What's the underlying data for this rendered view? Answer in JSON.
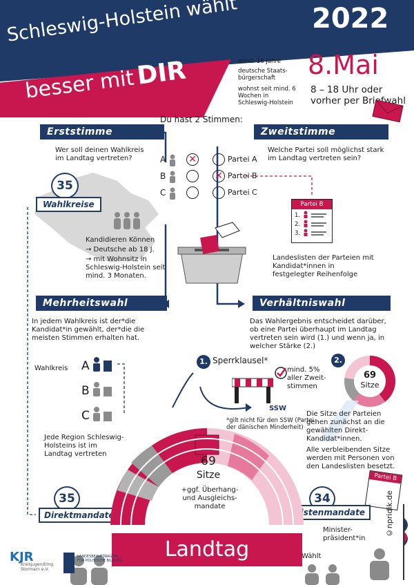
{
  "header": {
    "title": "Schleswig-Holstein wählt",
    "year": "2022",
    "slogan_pre": "besser mit",
    "slogan_dir": "DIR",
    "req1": "mind. 16 Jahre",
    "req2": "deutsche Staats-bürgerschaft",
    "req3": "wohnst seit mind. 6 Wochen in Schleswig-Holstein",
    "date": "8.Mai",
    "time": "8 – 18 Uhr oder vorher per Briefwahl"
  },
  "intro": "Du hast 2 Stimmen:",
  "erst": {
    "title": "Erststimme",
    "question": "Wer soll deinen Wahlkreis im Landtag vertreten?",
    "count": "35",
    "badge": "Wahlkreise",
    "cand_head": "Kandidieren Können",
    "cand1": "→ Deutsche ab 18 J.",
    "cand2": "→ mit Wohnsitz in Schleswig-Holstein seit mind. 3 Monaten."
  },
  "zweit": {
    "title": "Zweitstimme",
    "question": "Welche Partei soll möglichst stark im Landtag vertreten sein?",
    "list_title": "Partei B",
    "list_items": [
      "1.",
      "2.",
      "3."
    ],
    "list_desc": "Landeslisten der Parteien mit Kandidat*innen in festgelegter Reihenfolge"
  },
  "ballot": {
    "letters": [
      "A",
      "B",
      "C"
    ],
    "parties": [
      "Partei A",
      "Partei B",
      "Partei C"
    ]
  },
  "mehrheit": {
    "title": "Mehrheitswahl",
    "desc": "In jedem Wahlkreis ist der*die Kandidat*in gewählt, der*die die meisten Stimmen erhalten hat.",
    "wahlkreis": "Wahlkreis",
    "letters": [
      "A",
      "B",
      "C"
    ],
    "region": "Jede Region Schleswig-Holsteins ist im Landtag vertreten",
    "count": "35",
    "badge": "Direktmandate"
  },
  "verh": {
    "title": "Verhältniswahl",
    "desc": "Das Wahlergebnis entscheidet darüber, ob eine Partei überhaupt im Landtag vertreten sein wird (1.) und wenn ja, in welcher Stärke (2.)",
    "step1": "1.",
    "sperr": "Sperrklausel",
    "sperr_star": "*",
    "five": "mind. 5% aller Zweit-stimmen",
    "ssw": "SSW",
    "ssw_note": "*gilt nicht für den SSW (Partei der dänischen Minderheit)",
    "step2": "2.",
    "donut_num": "69",
    "donut_label": "Sitze",
    "seats1": "Die Sitze der Parteien gehen zunächst an die gewählten Direkt-Kandidat*innen.",
    "seats2": "Alle verbleibenden Sitze werden mit Personen von den Landeslisten besetzt.",
    "list_title": "Partei B",
    "count": "34",
    "badge": "Listenmandate"
  },
  "parliament": {
    "seats": "69",
    "label": "Sitze",
    "note": "+ggf. Überhang- und Ausgleichs-mandate"
  },
  "landtag": "Landtag",
  "minister": "Minister-präsident*in",
  "waehlt": "Wählt",
  "credit": "©npridik.de",
  "logo1": "KJR",
  "logo1_sub": "Kreisjugendring Stormarn e.V.",
  "logo2": "LANDESBEAUFTRAGTER FÜR POLITISCHE BILDUNG",
  "colors": {
    "navy": "#1f3a66",
    "red": "#c8174f",
    "pink": "#e67a9d",
    "grey": "#9a9a9a"
  }
}
